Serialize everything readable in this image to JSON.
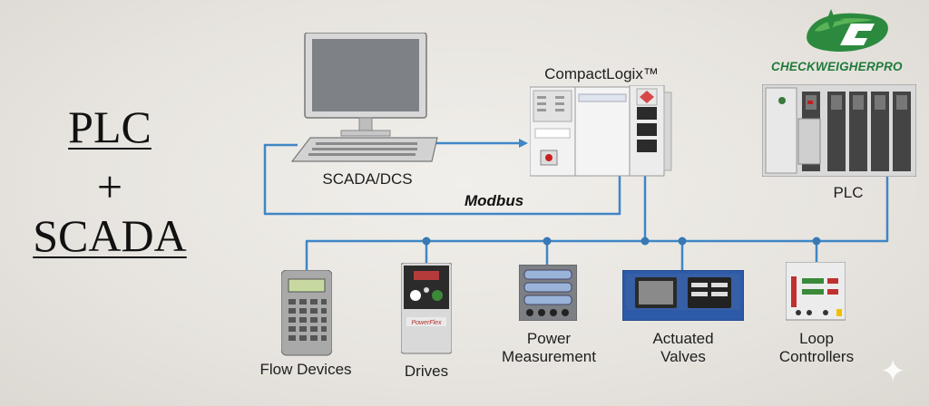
{
  "title": {
    "line1": "PLC",
    "line2": "+",
    "line3": "SCADA"
  },
  "brand": {
    "name": "CHECKWEIGHERPRO",
    "icon": "checkweigher-pro-logo"
  },
  "nodes": {
    "scada": "SCADA/DCS",
    "compactlogix": "CompactLogix™",
    "plc": "PLC",
    "flow_devices": "Flow Devices",
    "drives": "Drives",
    "power_measurement": [
      "Power",
      "Measurement"
    ],
    "actuated_valves": [
      "Actuated",
      "Valves"
    ],
    "loop_controllers": [
      "Loop",
      "Controllers"
    ]
  },
  "link_label": "Modbus",
  "colors": {
    "bus": "#3f86c6",
    "node": "#3878b5",
    "logo_green": "#1f7a3a"
  },
  "decor": {
    "sparkle": "✦"
  }
}
